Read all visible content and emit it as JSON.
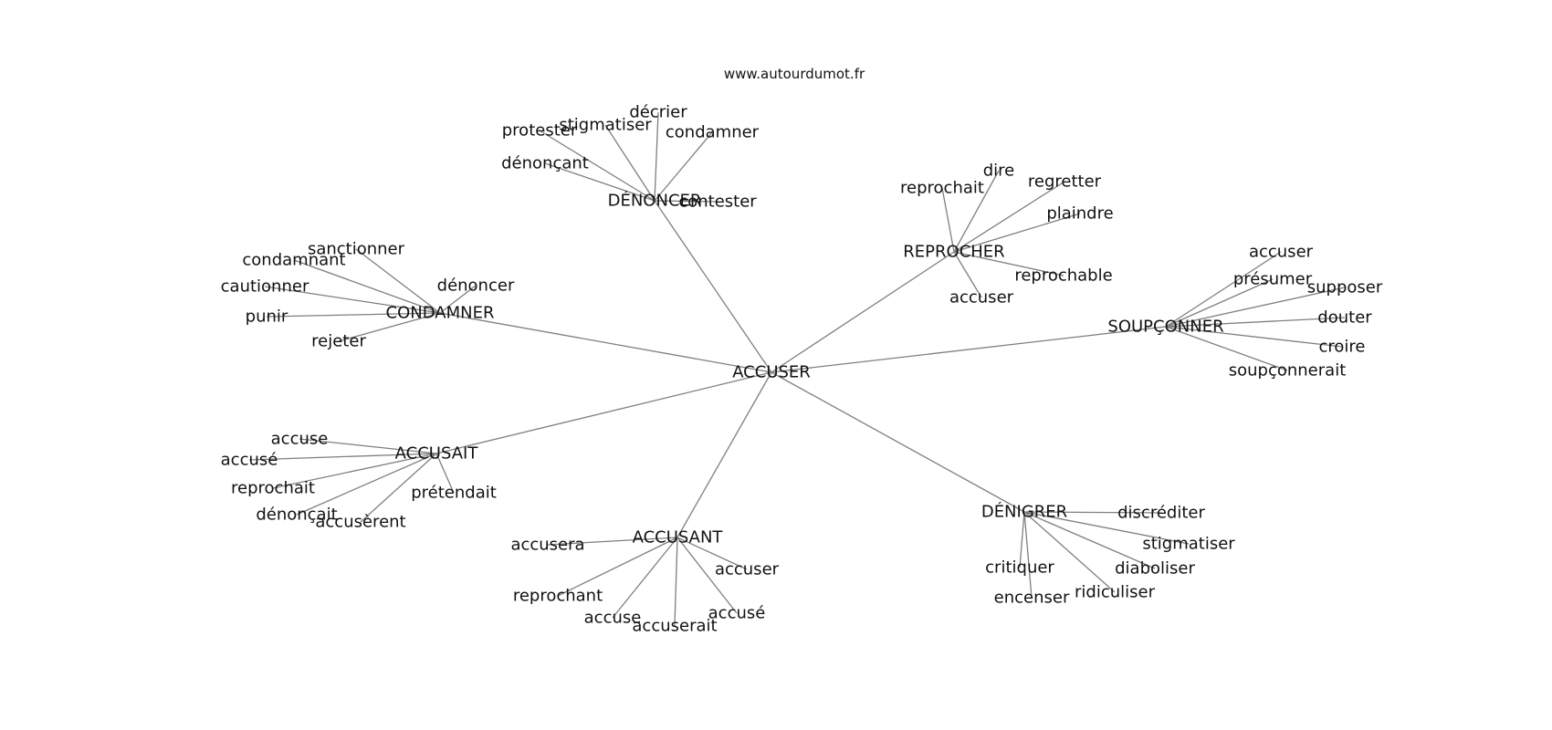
{
  "watermark": "www.autourdumot.fr",
  "root": "ACCUSER",
  "hubs": [
    {
      "label": "DÉNONCER",
      "children": [
        "protester",
        "stigmatiser",
        "décrier",
        "condamner",
        "dénonçant",
        "contester"
      ]
    },
    {
      "label": "REPROCHER",
      "children": [
        "reprochait",
        "dire",
        "regretter",
        "plaindre",
        "reprochable",
        "accuser"
      ]
    },
    {
      "label": "CONDAMNER",
      "children": [
        "sanctionner",
        "condamnant",
        "cautionner",
        "dénoncer",
        "punir",
        "rejeter"
      ]
    },
    {
      "label": "SOUPÇONNER",
      "children": [
        "accuser",
        "présumer",
        "supposer",
        "douter",
        "croire",
        "soupçonnerait"
      ]
    },
    {
      "label": "ACCUSAIT",
      "children": [
        "accuse",
        "accusé",
        "reprochait",
        "dénonçait",
        "accusèrent",
        "prétendait"
      ]
    },
    {
      "label": "ACCUSANT",
      "children": [
        "accusera",
        "reprochant",
        "accuse",
        "accuserait",
        "accusé",
        "accuser"
      ]
    },
    {
      "label": "DÉNIGRER",
      "children": [
        "discréditer",
        "stigmatiser",
        "diaboliser",
        "critiquer",
        "ridiculiser",
        "encenser"
      ]
    }
  ]
}
